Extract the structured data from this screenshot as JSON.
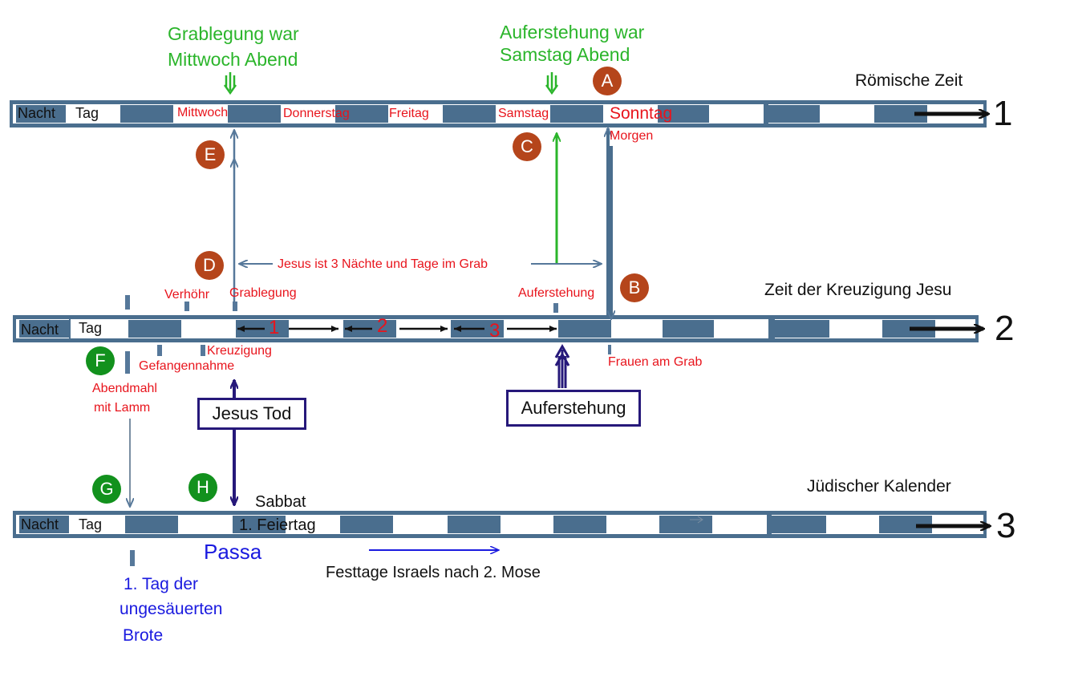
{
  "timelines": {
    "roman": {
      "title": "Römische Zeit",
      "number": "1"
    },
    "crucifixion": {
      "title": "Zeit der Kreuzigung Jesu",
      "number": "2"
    },
    "jewish": {
      "title": "Jüdischer Kalender",
      "number": "3"
    }
  },
  "bar_labels": {
    "night": "Nacht",
    "day": "Tag"
  },
  "roman_days": {
    "wednesday": "Mittwoch",
    "thursday": "Donnerstag",
    "friday": "Freitag",
    "saturday": "Samstag",
    "sunday": "Sonntag",
    "morning": "Morgen"
  },
  "headings": {
    "burial_line1": "Grablegung war",
    "burial_line2": "Mittwoch Abend",
    "resurrection_line1": "Auferstehung war",
    "resurrection_line2": "Samstag Abend"
  },
  "markers": [
    "A",
    "B",
    "C",
    "D",
    "E",
    "F",
    "G",
    "H"
  ],
  "events": {
    "three_days": "Jesus ist 3 Nächte und Tage im Grab",
    "interrogation": "Verhöhr",
    "burial": "Grablegung",
    "resurrection": "Auferstehung",
    "crucifixion": "Kreuzigung",
    "arrest": "Gefangennahme",
    "women_at_tomb": "Frauen am Grab",
    "supper_line1": "Abendmahl",
    "supper_line2": "mit Lamm",
    "count": [
      "1",
      "2",
      "3"
    ]
  },
  "boxes": {
    "death": "Jesus Tod",
    "resurrection": "Auferstehung"
  },
  "jewish": {
    "sabbath": "Sabbat",
    "first_holiday": "1. Feiertag",
    "passa": "Passa",
    "feast_days": "Festtage Israels nach 2. Mose",
    "unleavened_line1": "1. Tag der",
    "unleavened_line2": "ungesäuerten",
    "unleavened_line3": "Brote"
  },
  "colors": {
    "bar": "#4a6e8e",
    "bar_light": "#a9c1d8",
    "red_text": "#e8141c",
    "green": "#2bb52b",
    "dark_blue": "#26187a",
    "brown_marker": "#b5451b",
    "green_marker": "#12911d"
  }
}
